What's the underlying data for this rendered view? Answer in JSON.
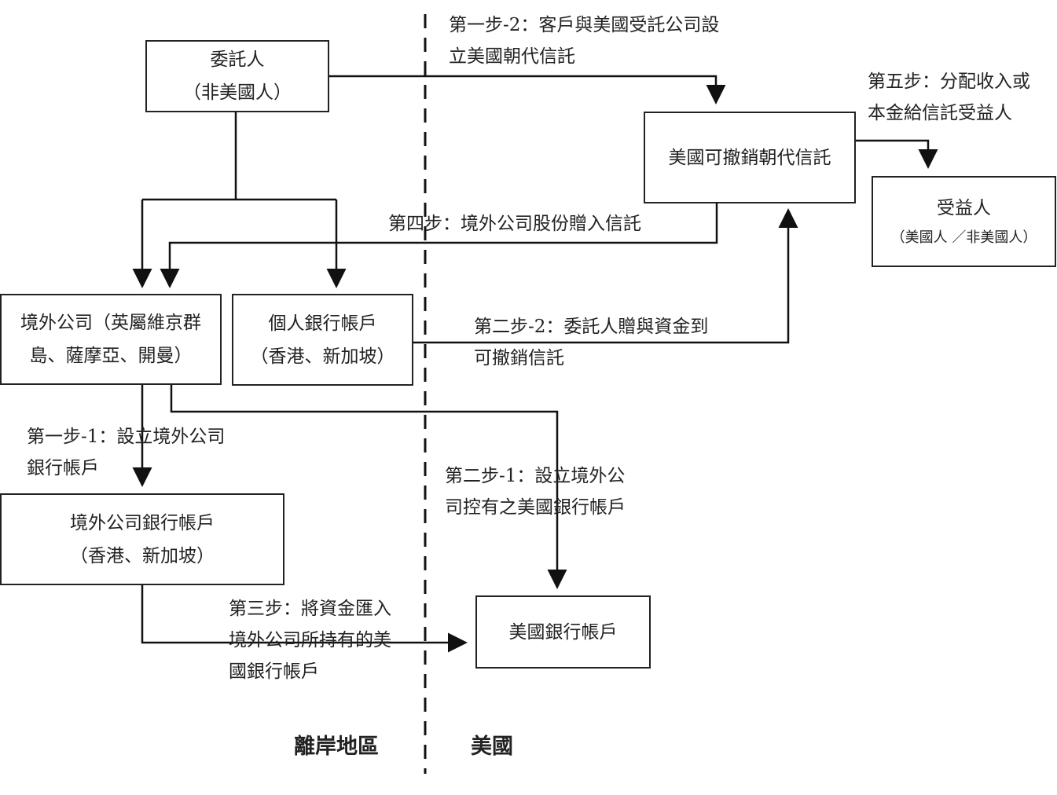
{
  "nodes": {
    "grantor": {
      "line1": "委託人",
      "line2": "（非美國人）"
    },
    "us_trust": {
      "line1": "美國可撤銷朝代信託"
    },
    "beneficiary": {
      "line1": "受益人",
      "line2": "（美國人 ／非美國人）"
    },
    "offshore_company": {
      "line1": "境外公司（英屬維京群",
      "line2": "島、薩摩亞、開曼）"
    },
    "personal_account": {
      "line1": "個人銀行帳戶",
      "line2": "（香港、新加坡）"
    },
    "offshore_company_account": {
      "line1": "境外公司銀行帳戶",
      "line2": "（香港、新加坡）"
    },
    "us_bank_account": {
      "line1": "美國銀行帳戶"
    }
  },
  "steps": {
    "step1_2": {
      "line1": "第一步-2：客戶與美國受託公司設",
      "line2": "立美國朝代信託"
    },
    "step5": {
      "line1": "第五步：分配收入或",
      "line2": "本金給信託受益人"
    },
    "step4": {
      "line1": "第四步：境外公司股份贈入信託"
    },
    "step2_2": {
      "line1": "第二步-2：委託人贈與資金到",
      "line2": "可撤銷信託"
    },
    "step1_1": {
      "line1": "第一步-1：設立境外公司",
      "line2": "銀行帳戶"
    },
    "step2_1": {
      "line1": "第二步-1：設立境外公",
      "line2": "司控有之美國銀行帳戶"
    },
    "step3": {
      "line1": "第三步：將資金匯入",
      "line2": "境外公司所持有的美",
      "line3": "國銀行帳戶"
    }
  },
  "regions": {
    "offshore": "離岸地區",
    "us": "美國"
  }
}
